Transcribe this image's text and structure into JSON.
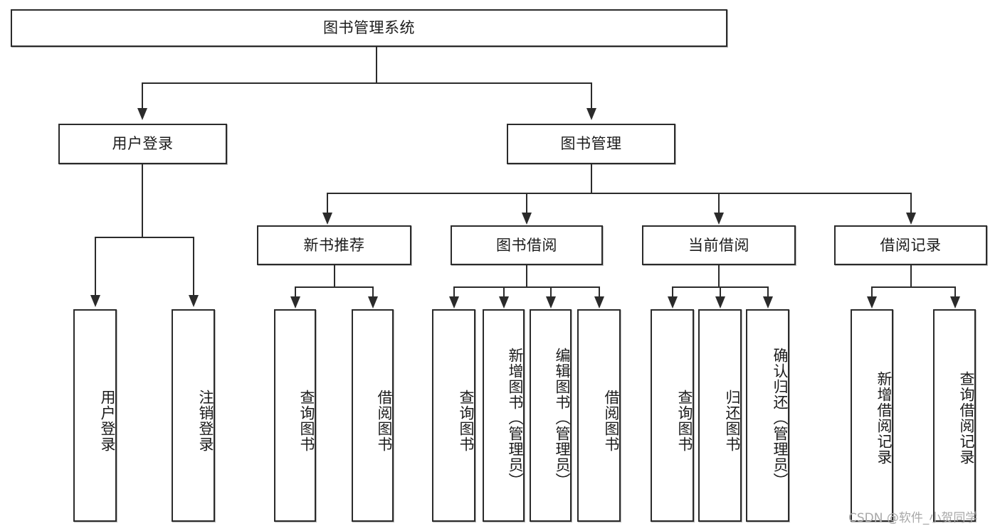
{
  "diagram": {
    "title": "图书管理系统",
    "type": "tree-hierarchy",
    "watermark": "CSDN @软件_小贺同学",
    "colors": {
      "box_border": "#2b2b2b",
      "box_fill": "#ffffff",
      "connector": "#2b2b2b",
      "background": "#ffffff",
      "watermark_text": "#a8a8a8"
    },
    "root": {
      "label": "图书管理系统"
    },
    "level1": [
      {
        "key": "user_login",
        "label": "用户登录"
      },
      {
        "key": "book_manage",
        "label": "图书管理"
      }
    ],
    "level2": [
      {
        "key": "new_book_rec",
        "label": "新书推荐",
        "parent": "book_manage"
      },
      {
        "key": "book_borrow",
        "label": "图书借阅",
        "parent": "book_manage"
      },
      {
        "key": "current_borrow",
        "label": "当前借阅",
        "parent": "book_manage"
      },
      {
        "key": "borrow_record",
        "label": "借阅记录",
        "parent": "book_manage"
      }
    ],
    "leaves": {
      "user_login": [
        {
          "label": "用户登录"
        },
        {
          "label": "注销登录"
        }
      ],
      "new_book_rec": [
        {
          "label": "查询图书"
        },
        {
          "label": "借阅图书"
        }
      ],
      "book_borrow": [
        {
          "label": "查询图书"
        },
        {
          "label": "新增图书（管理员）"
        },
        {
          "label": "编辑图书（管理员）"
        },
        {
          "label": "借阅图书"
        }
      ],
      "current_borrow": [
        {
          "label": "查询图书"
        },
        {
          "label": "归还图书"
        },
        {
          "label": "确认归还（管理员）"
        }
      ],
      "borrow_record": [
        {
          "label": "新增借阅记录"
        },
        {
          "label": "查询借阅记录"
        }
      ]
    }
  }
}
